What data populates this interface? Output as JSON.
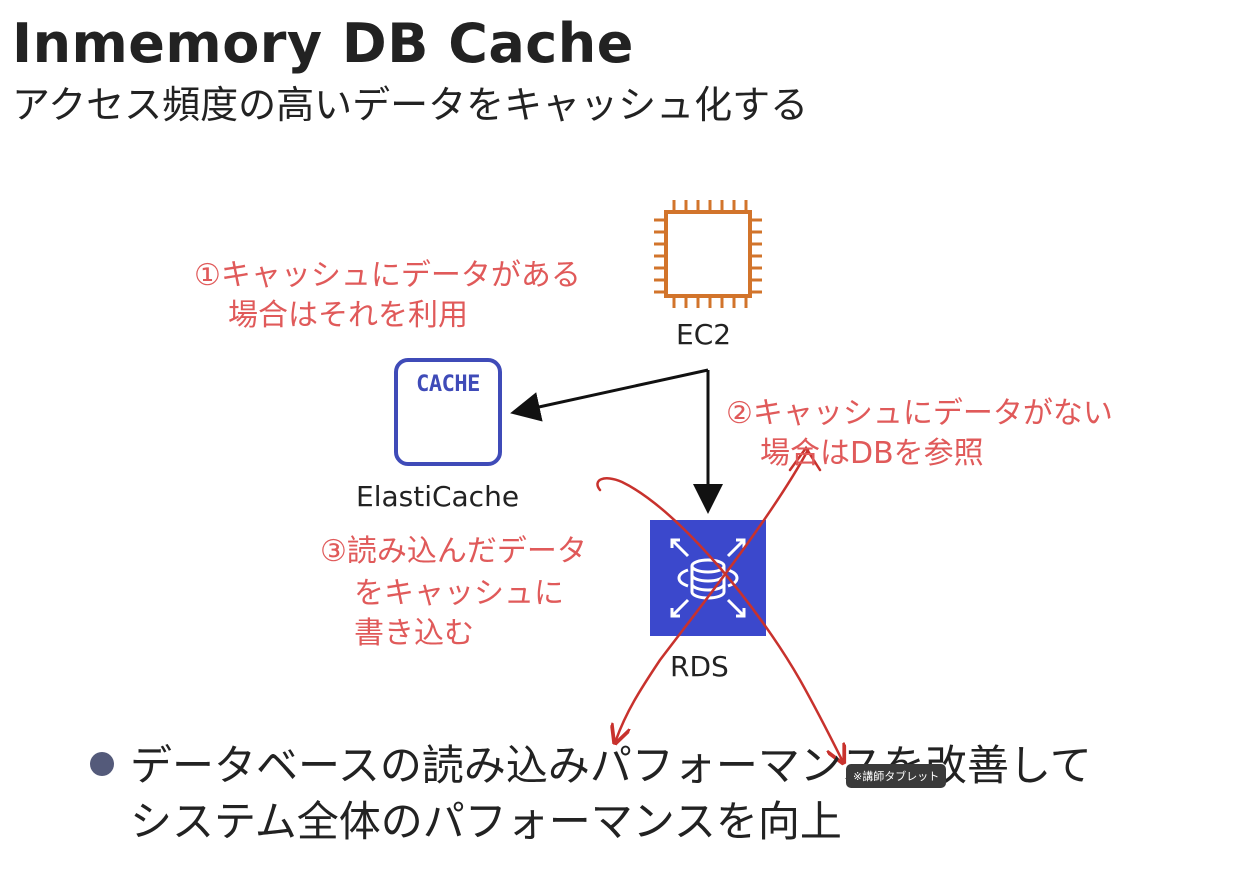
{
  "title": "Inmemory DB Cache",
  "subtitle": "アクセス頻度の高いデータをキャッシュ化する",
  "services": {
    "ec2": {
      "label": "EC2",
      "icon": "ec2-chip-icon",
      "color": "#d2742b"
    },
    "cache": {
      "label": "ElastiCache",
      "icon_text": "CACHE",
      "color": "#3f4bb8"
    },
    "rds": {
      "label": "RDS",
      "icon": "rds-database-icon",
      "color": "#3b48cc"
    }
  },
  "annotations": {
    "step1": [
      "①キャッシュにデータがある",
      "場合はそれを利用"
    ],
    "step2": [
      "②キャッシュにデータがない",
      "場合はDBを参照"
    ],
    "step3": [
      "③読み込んだデータ",
      "をキャッシュに",
      "書き込む"
    ]
  },
  "bullet": {
    "lines": [
      "データベースの読み込みパフォーマンスを改善して",
      "システム全体のパフォーマンスを向上"
    ]
  },
  "tooltip": "※講師タブレット",
  "colors": {
    "annotation": "#e05a5a",
    "arrow": "#111111",
    "pen": "#c8322d"
  }
}
